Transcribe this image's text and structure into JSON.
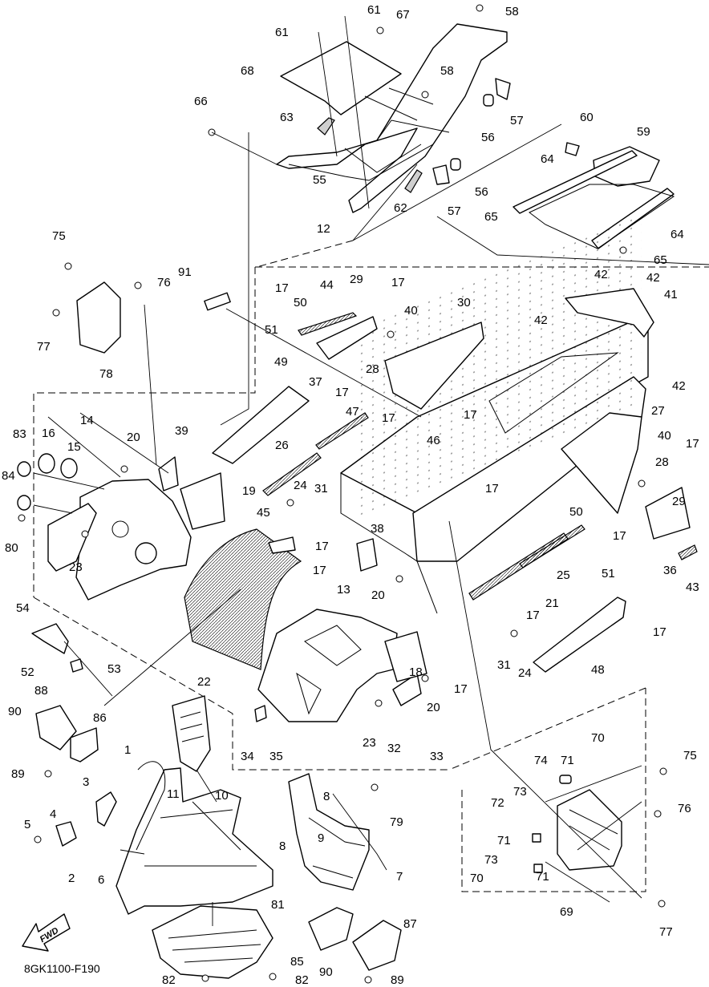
{
  "diagram_code": "8GK1100-F190",
  "fwd_label": "FWD",
  "callouts": {
    "c1": "1",
    "c2": "2",
    "c3": "3",
    "c4": "4",
    "c5": "5",
    "c6": "6",
    "c7": "7",
    "c8a": "8",
    "c8b": "8",
    "c9": "9",
    "c10": "10",
    "c11": "11",
    "c12": "12",
    "c13": "13",
    "c14": "14",
    "c15": "15",
    "c16": "16",
    "c17a": "17",
    "c17b": "17",
    "c17c": "17",
    "c17d": "17",
    "c17e": "17",
    "c17f": "17",
    "c17g": "17",
    "c17h": "17",
    "c17i": "17",
    "c17j": "17",
    "c17k": "17",
    "c17l": "17",
    "c17m": "17",
    "c18": "18",
    "c19": "19",
    "c20a": "20",
    "c20b": "20",
    "c20c": "20",
    "c21": "21",
    "c22": "22",
    "c23a": "23",
    "c23b": "23",
    "c24a": "24",
    "c24b": "24",
    "c25": "25",
    "c26": "26",
    "c27": "27",
    "c28a": "28",
    "c28b": "28",
    "c29a": "29",
    "c29b": "29",
    "c30": "30",
    "c31a": "31",
    "c31b": "31",
    "c32": "32",
    "c33": "33",
    "c34": "34",
    "c35": "35",
    "c36": "36",
    "c37": "37",
    "c38": "38",
    "c39": "39",
    "c40a": "40",
    "c40b": "40",
    "c41": "41",
    "c42a": "42",
    "c42b": "42",
    "c42c": "42",
    "c42d": "42",
    "c43": "43",
    "c44": "44",
    "c45": "45",
    "c46": "46",
    "c47": "47",
    "c48": "48",
    "c49": "49",
    "c50a": "50",
    "c50b": "50",
    "c51a": "51",
    "c51b": "51",
    "c52": "52",
    "c53": "53",
    "c54": "54",
    "c55": "55",
    "c56a": "56",
    "c56b": "56",
    "c57a": "57",
    "c57b": "57",
    "c58a": "58",
    "c58b": "58",
    "c59": "59",
    "c60": "60",
    "c61a": "61",
    "c61b": "61",
    "c62": "62",
    "c63": "63",
    "c64a": "64",
    "c64b": "64",
    "c65a": "65",
    "c65b": "65",
    "c66": "66",
    "c67": "67",
    "c68": "68",
    "c69": "69",
    "c70a": "70",
    "c70b": "70",
    "c71a": "71",
    "c71b": "71",
    "c71c": "71",
    "c72": "72",
    "c73a": "73",
    "c73b": "73",
    "c74": "74",
    "c75a": "75",
    "c75b": "75",
    "c76a": "76",
    "c76b": "76",
    "c77a": "77",
    "c77b": "77",
    "c78": "78",
    "c79": "79",
    "c80": "80",
    "c81": "81",
    "c82a": "82",
    "c82b": "82",
    "c83": "83",
    "c84": "84",
    "c85": "85",
    "c86": "86",
    "c87": "87",
    "c88": "88",
    "c89a": "89",
    "c89b": "89",
    "c90a": "90",
    "c90b": "90",
    "c91": "91"
  }
}
